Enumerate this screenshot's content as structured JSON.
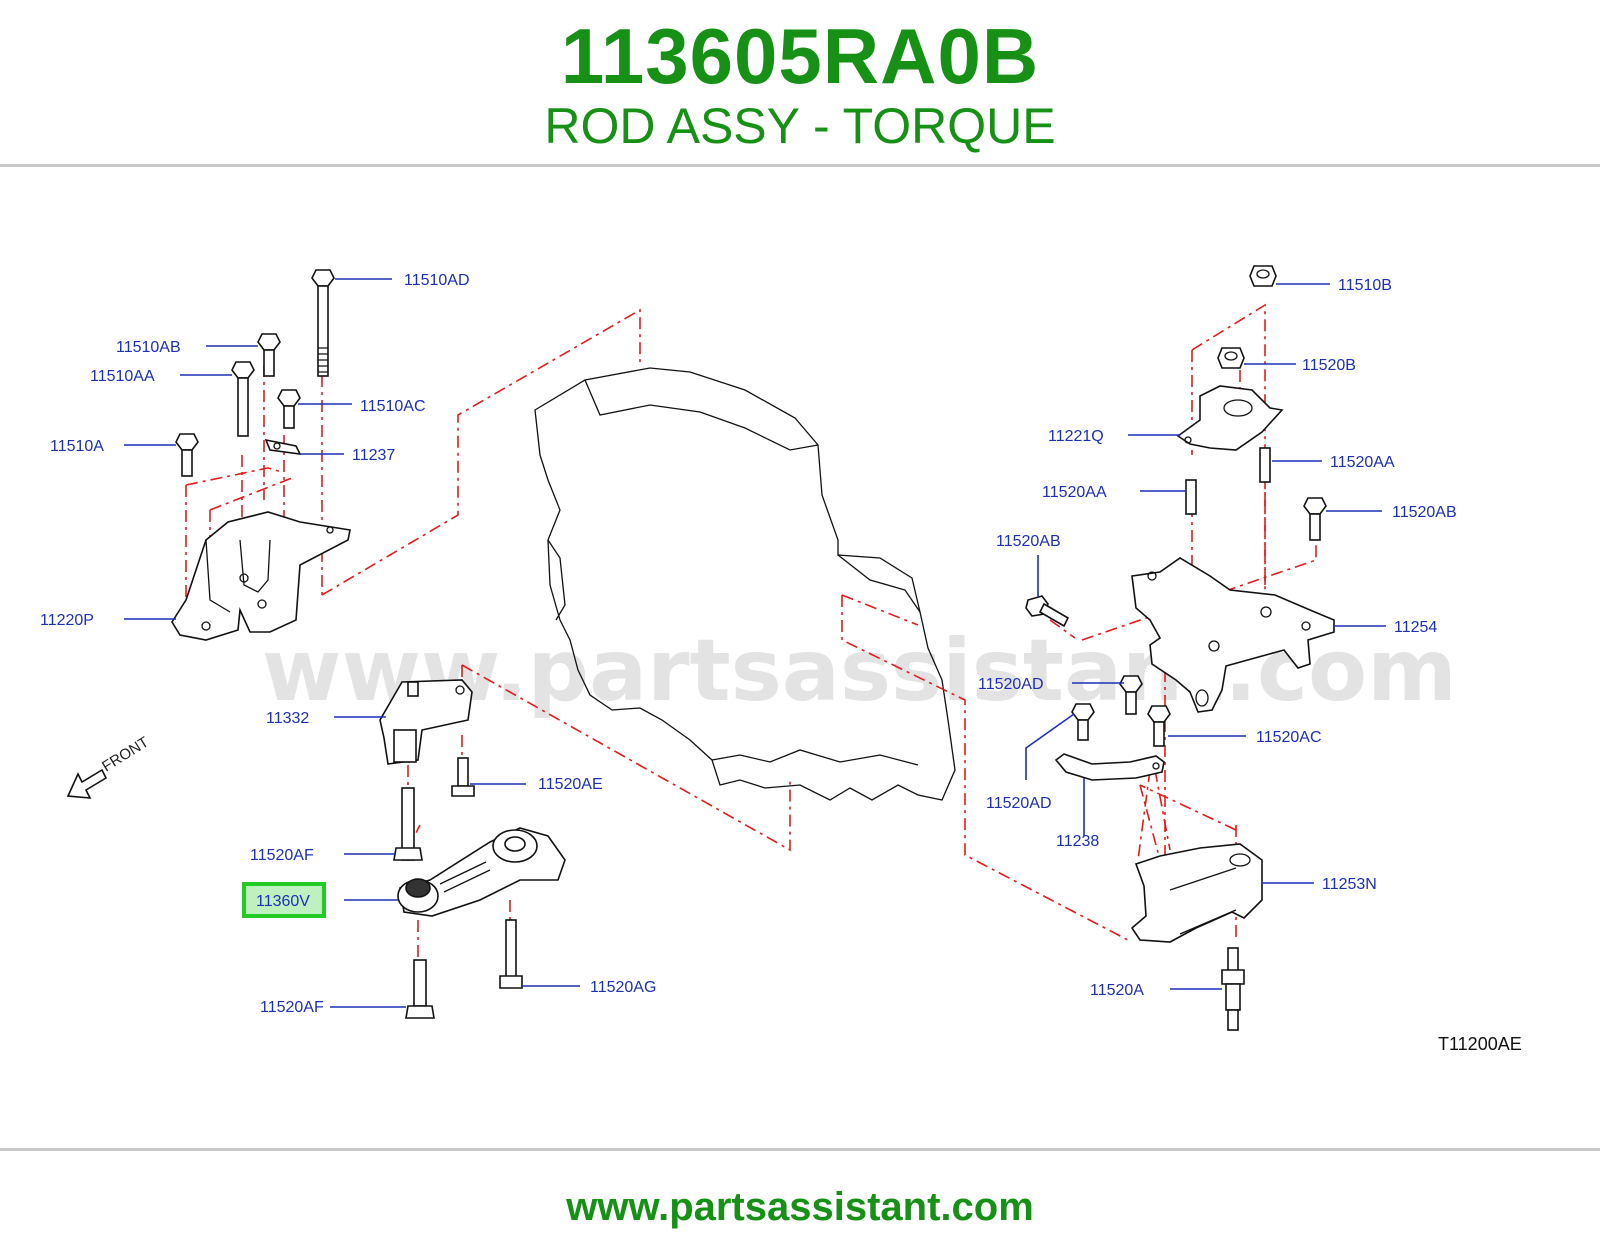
{
  "header": {
    "part_number": "113605RA0B",
    "part_name": "ROD ASSY - TORQUE"
  },
  "diagram": {
    "watermark": "www.partsassistant.com",
    "front_label": "FRONT",
    "reference_code": "T11200AE",
    "highlighted_callout": "11360V",
    "highlight_color": "#22cc22",
    "callout_color": "#1c2fb8",
    "dashline_color": "#e21b1b",
    "callouts": {
      "c_11510AD": "11510AD",
      "c_11510AB": "11510AB",
      "c_11510AA": "11510AA",
      "c_11510AC": "11510AC",
      "c_11510A": "11510A",
      "c_11237": "11237",
      "c_11220P": "11220P",
      "c_11332": "11332",
      "c_11520AE": "11520AE",
      "c_11520AF_top": "11520AF",
      "c_11360V": "11360V",
      "c_11520AG": "11520AG",
      "c_11520AF_bottom": "11520AF",
      "c_11510B": "11510B",
      "c_11520B": "11520B",
      "c_11221Q": "11221Q",
      "c_11520AA_right": "11520AA",
      "c_11520AA_left": "11520AA",
      "c_11520AB_right": "11520AB",
      "c_11520AB_left": "11520AB",
      "c_11254": "11254",
      "c_11520AD_top": "11520AD",
      "c_11520AC": "11520AC",
      "c_11520AD_bottom": "11520AD",
      "c_11238": "11238",
      "c_11253N": "11253N",
      "c_11520A": "11520A"
    }
  },
  "footer": {
    "url": "www.partsassistant.com"
  },
  "theme": {
    "brand_green": "#169116",
    "rule_gray": "#c8c8c8"
  }
}
